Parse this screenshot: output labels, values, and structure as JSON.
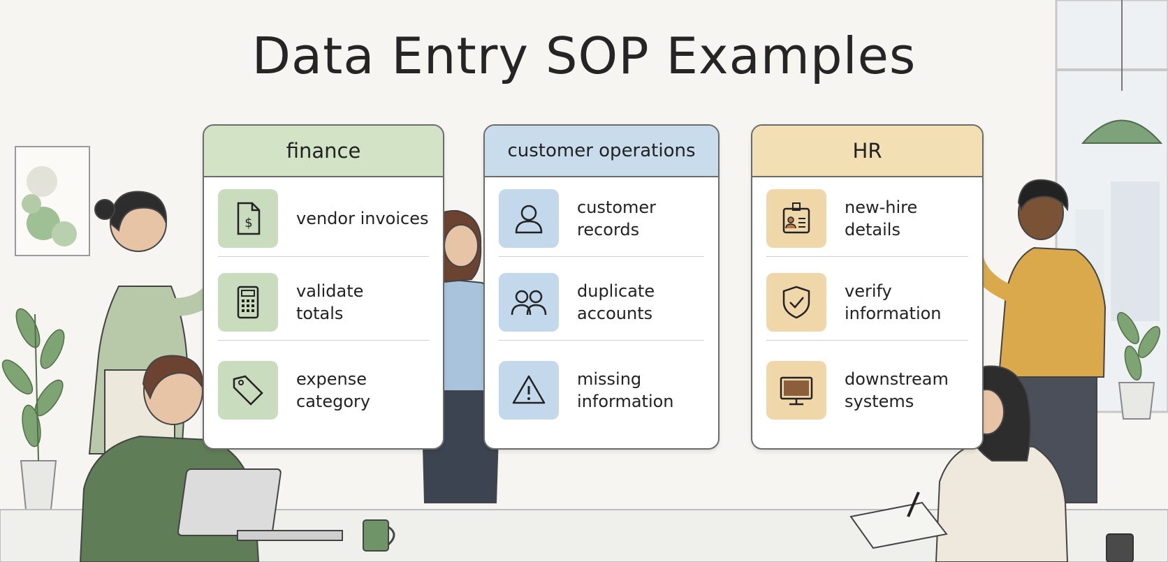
{
  "title": "Data Entry SOP Examples",
  "boards": [
    {
      "header": "finance",
      "items": [
        {
          "label": "vendor invoices",
          "icon": "invoice-icon"
        },
        {
          "label": "validate\ntotals",
          "icon": "calculator-icon"
        },
        {
          "label": "expense\ncategory",
          "icon": "tag-icon"
        }
      ]
    },
    {
      "header": "customer operations",
      "items": [
        {
          "label": "customer\nrecords",
          "icon": "person-icon"
        },
        {
          "label": "duplicate\naccounts",
          "icon": "two-people-icon"
        },
        {
          "label": "missing\ninformation",
          "icon": "warning-icon"
        }
      ]
    },
    {
      "header": "HR",
      "items": [
        {
          "label": "new-hire\ndetails",
          "icon": "id-badge-icon"
        },
        {
          "label": "verify\ninformation",
          "icon": "shield-check-icon"
        },
        {
          "label": "downstream\nsystems",
          "icon": "monitor-icon"
        }
      ]
    }
  ],
  "colors": {
    "finance": "#d2e3c6",
    "customer_operations": "#c9dcec",
    "hr": "#f3dfb4"
  }
}
